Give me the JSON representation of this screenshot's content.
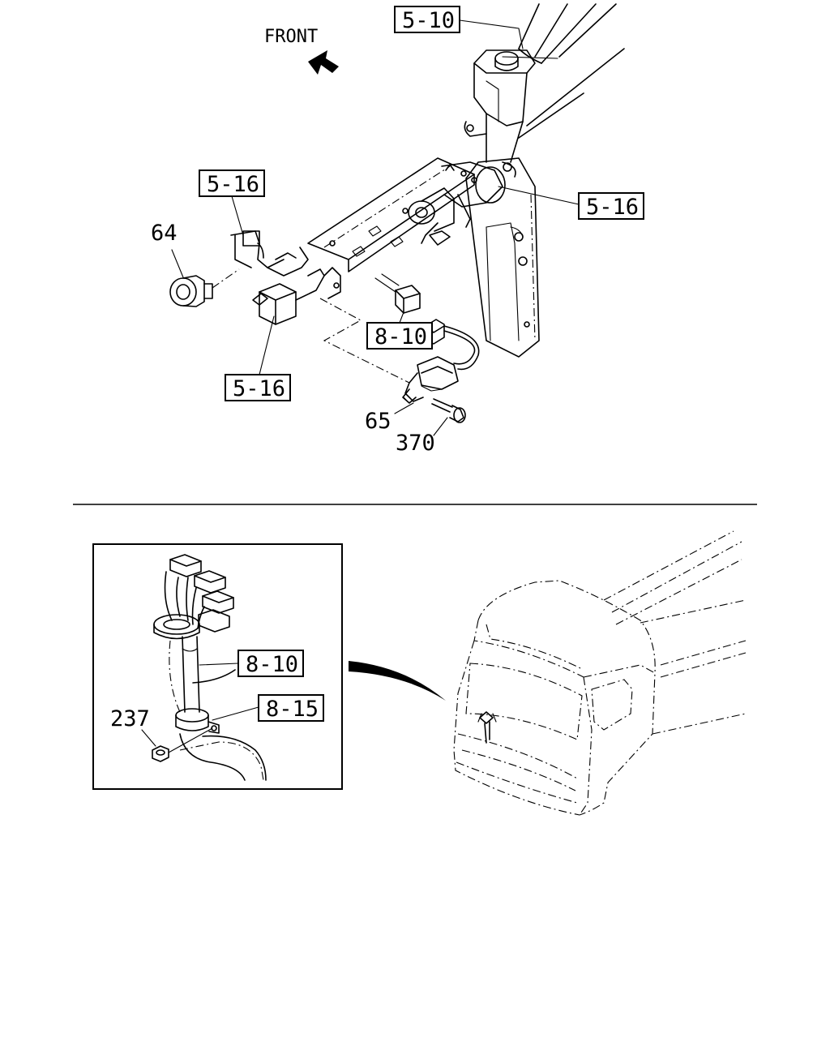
{
  "diagram": {
    "front_label": "FRONT",
    "labels": {
      "ref_5_10": "5-10",
      "ref_5_16_a": "5-16",
      "ref_5_16_b": "5-16",
      "ref_5_16_c": "5-16",
      "ref_8_10_a": "8-10",
      "part_64": "64",
      "part_65": "65",
      "part_370": "370",
      "ref_8_10_b": "8-10",
      "ref_8_15": "8-15",
      "part_237": "237"
    }
  }
}
